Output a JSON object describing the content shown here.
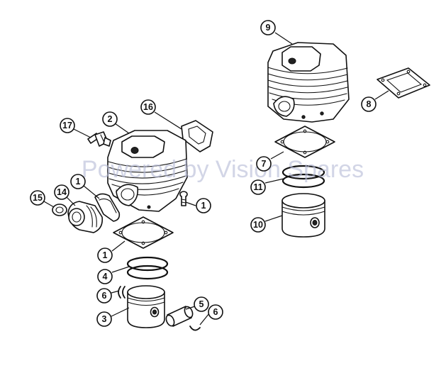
{
  "watermark": "Powered by Vision Spares",
  "callouts": [
    {
      "id": "c-9",
      "label": "9"
    },
    {
      "id": "c-8",
      "label": "8"
    },
    {
      "id": "c-7",
      "label": "7"
    },
    {
      "id": "c-11",
      "label": "11"
    },
    {
      "id": "c-10",
      "label": "10"
    },
    {
      "id": "c-16",
      "label": "16"
    },
    {
      "id": "c-2",
      "label": "2"
    },
    {
      "id": "c-17",
      "label": "17"
    },
    {
      "id": "c-1a",
      "label": "1"
    },
    {
      "id": "c-14",
      "label": "14"
    },
    {
      "id": "c-15",
      "label": "15"
    },
    {
      "id": "c-1b",
      "label": "1"
    },
    {
      "id": "c-1c",
      "label": "1"
    },
    {
      "id": "c-4",
      "label": "4"
    },
    {
      "id": "c-6a",
      "label": "6"
    },
    {
      "id": "c-3",
      "label": "3"
    },
    {
      "id": "c-5",
      "label": "5"
    },
    {
      "id": "c-6b",
      "label": "6"
    }
  ]
}
